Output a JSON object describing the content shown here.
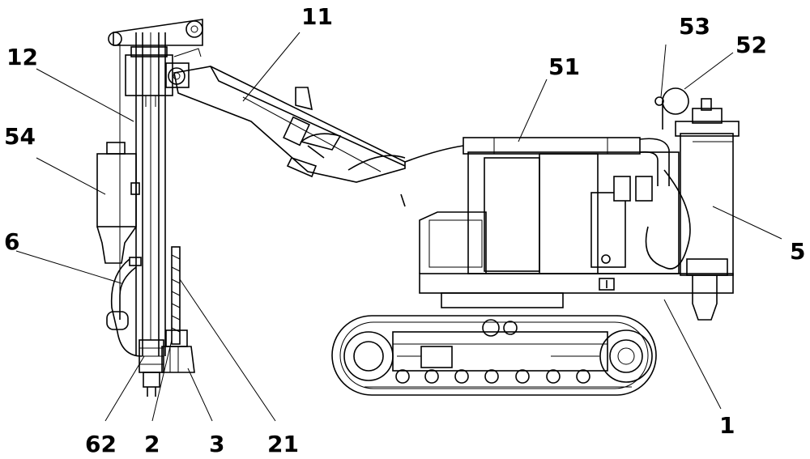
{
  "labels": {
    "l11": "11",
    "l12": "12",
    "l53": "53",
    "l52": "52",
    "l51": "51",
    "l54": "54",
    "l6": "6",
    "l5": "5",
    "l62": "62",
    "l2": "2",
    "l3": "3",
    "l21": "21",
    "l1": "1"
  }
}
